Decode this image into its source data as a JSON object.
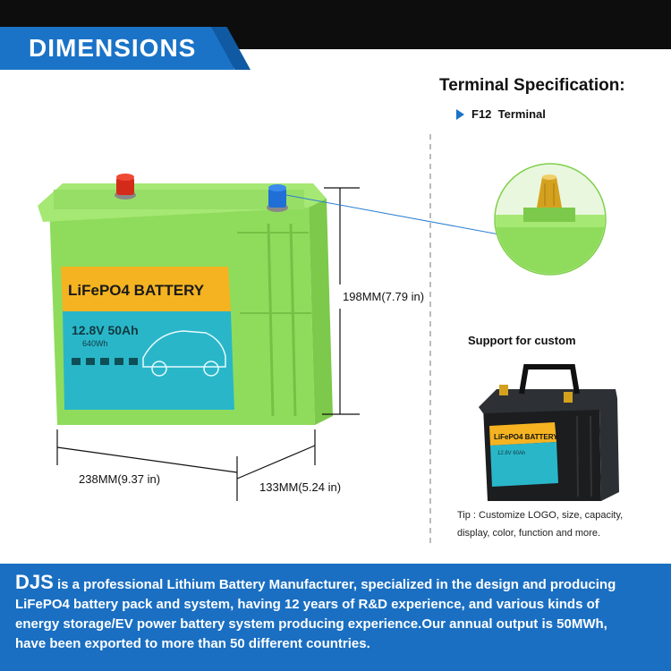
{
  "header": {
    "title": "DIMENSIONS"
  },
  "terminal": {
    "title": "Terminal Specification:",
    "item_code": "F12",
    "item_label": "Terminal"
  },
  "battery_label": {
    "title": "LiFePO4 BATTERY",
    "spec": "12.8V 50Ah",
    "energy": "640Wh"
  },
  "dimensions": {
    "height": "198MM(7.79 in)",
    "length": "238MM(9.37 in)",
    "width": "133MM(5.24 in)"
  },
  "custom": {
    "title": "Support for custom",
    "mini_label_title": "LiFePO4 BATTERY",
    "mini_label_spec": "12.8V 60Ah",
    "tip_line1": "Tip :  Customize LOGO, size, capacity,",
    "tip_line2": "display, color, function and more."
  },
  "footer": {
    "brand": "DJS",
    "line1": " is a professional Lithium Battery Manufacturer, specialized in the design and producing",
    "line2": "LiFePO4 battery pack and system, having 12 years of R&D experience, and various kinds of",
    "line3": "energy storage/EV power battery system producing experience.Our annual output is 50MWh,",
    "line4": "have been exported to more than 50 different countries."
  },
  "colors": {
    "accent_blue": "#1a73c7",
    "battery_green": "#8fdc5c",
    "label_yellow": "#f5b321",
    "label_teal": "#2ab6c9",
    "terminal_red": "#d42a1a",
    "terminal_blue": "#1f6fd6"
  }
}
